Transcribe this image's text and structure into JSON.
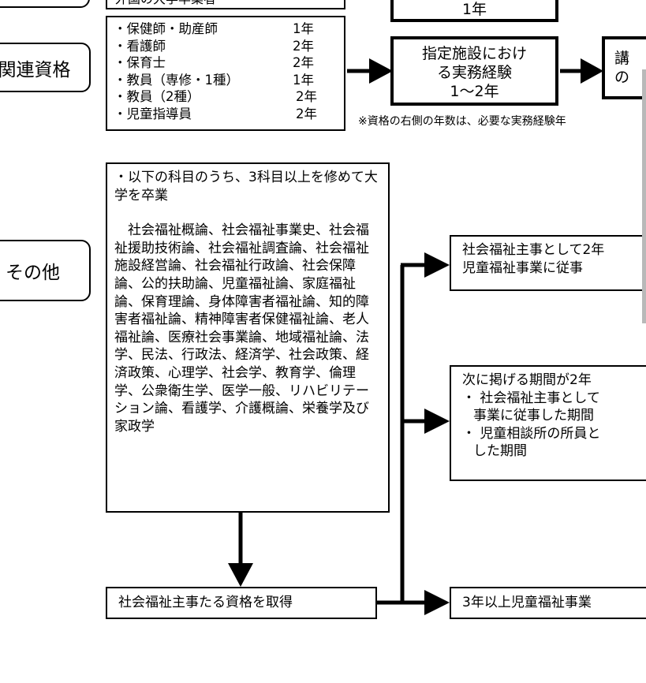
{
  "diagram": {
    "top_cut_box_text": "外国の大学卒業者",
    "top_right_cut_box_text": "1年",
    "categories": {
      "related_qualifications": "関連資格",
      "others": "その他"
    },
    "qualifications": [
      {
        "name": "・保健師・助産師",
        "years": "1年"
      },
      {
        "name": "・看護師",
        "years": "2年"
      },
      {
        "name": "・保育士",
        "years": "2年"
      },
      {
        "name": "・教員（専修・1種）",
        "years": "1年"
      },
      {
        "name": "・教員（2種）",
        "years": "2年"
      },
      {
        "name": "・児童指導員",
        "years": "2年"
      }
    ],
    "experience_box": [
      "指定施設におけ",
      "る実務経験",
      "1～2年"
    ],
    "lecture_box": [
      "講",
      "の"
    ],
    "note": "※資格の右側の年数は、必要な実務経験年",
    "subjects_intro": "・以下の科目のうち、3科目以上を修めて大学を卒業",
    "subjects_list": "社会福祉概論、社会福祉事業史、社会福祉援助技術論、社会福祉調査論、社会福祉施設経営論、社会福祉行政論、社会保障論、公的扶助論、児童福祉論、家庭福祉論、保育理論、身体障害者福祉論、知的障害者福祉論、精神障害者保健福祉論、老人福祉論、医療社会事業論、地域福祉論、法学、民法、行政法、経済学、社会政策、経済政策、心理学、社会学、教育学、倫理学、公衆衛生学、医学一般、リハビリテーション論、看護学、介護概論、栄養学及び家政学",
    "shakai_fukushi_qualification": "社会福祉主事たる資格を取得",
    "outcome_1": [
      "社会福祉主事として2年",
      "児童福祉事業に従事"
    ],
    "outcome_2": [
      "次に掲げる期間が2年",
      "・ 社会福祉主事として",
      "事業に従事した期間",
      "・ 児童相談所の所員と",
      "した期間"
    ],
    "outcome_3": "3年以上児童福祉事業"
  }
}
